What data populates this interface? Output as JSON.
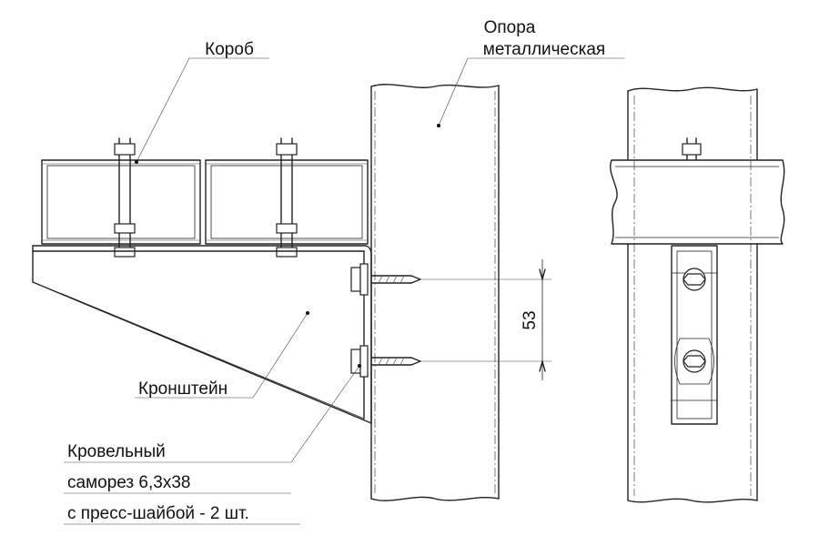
{
  "labels": {
    "korob": "Короб",
    "opora_line1": "Опора",
    "opora_line2": "металлическая",
    "kronshtein": "Кронштейн",
    "samorez_line1": "Кровельный",
    "samorez_line2": "саморез 6,3х38",
    "samorez_line3": "с пресс-шайбой - 2 шт."
  },
  "dimension": {
    "bolt_spacing": "53"
  }
}
